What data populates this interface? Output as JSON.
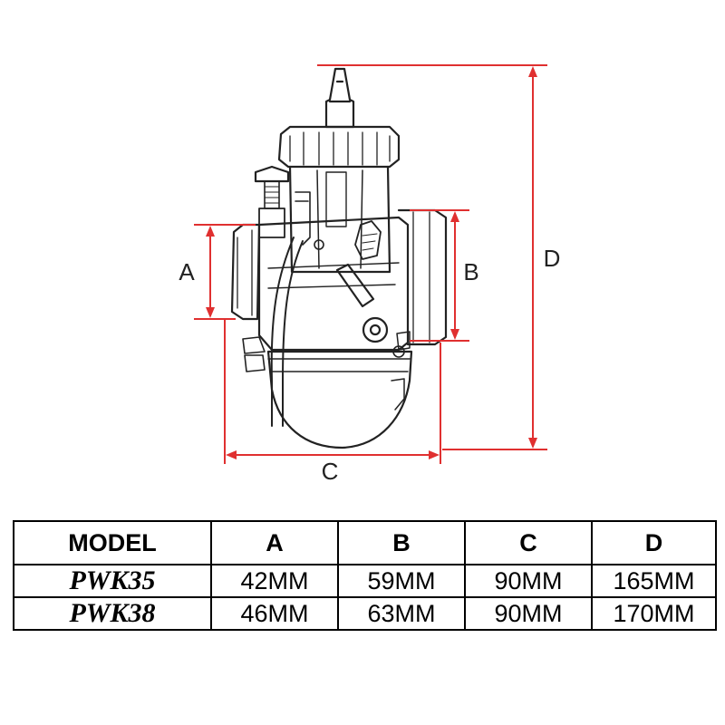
{
  "diagram": {
    "dimension_labels": {
      "a": "A",
      "b": "B",
      "c": "C",
      "d": "D"
    },
    "dimension_color": "#e03030",
    "line_art_color": "#222222"
  },
  "table": {
    "headers": [
      "MODEL",
      "A",
      "B",
      "C",
      "D"
    ],
    "rows": [
      {
        "model": "PWK35",
        "a": "42MM",
        "b": "59MM",
        "c": "90MM",
        "d": "165MM"
      },
      {
        "model": "PWK38",
        "a": "46MM",
        "b": "63MM",
        "c": "90MM",
        "d": "170MM"
      }
    ]
  }
}
